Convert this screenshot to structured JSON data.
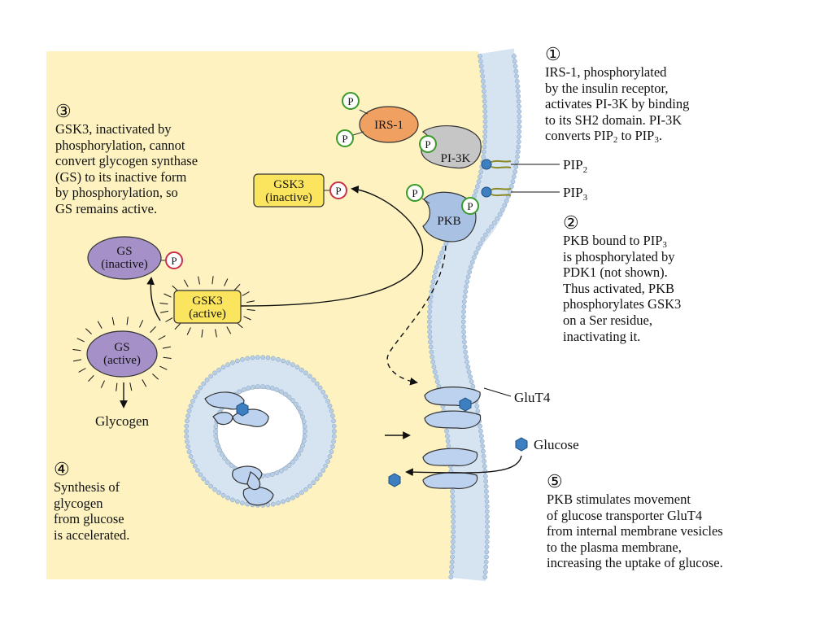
{
  "colors": {
    "cytoplasm": "#fdf2c0",
    "membrane": "#d6e4f2",
    "lipid_head": "#b9cfe6",
    "irs1": "#f0a060",
    "pi3k": "#c6c6c6",
    "pkb": "#a9c2e4",
    "gsk3": "#fbe55e",
    "gs": "#a591c8",
    "glut4": "#bcd2ee",
    "phosphate_green": "#3a9a2a",
    "phosphate_red": "#c8324a",
    "glucose": "#3d7fc0"
  },
  "diagram": {
    "phosphate": "P",
    "irs1": "IRS-1",
    "pi3k": "PI-3K",
    "pkb": "PKB",
    "gsk3_inactive": [
      "GSK3",
      "(inactive)"
    ],
    "gsk3_active": [
      "GSK3",
      "(active)"
    ],
    "gs_inactive": [
      "GS",
      "(inactive)"
    ],
    "gs_active": [
      "GS",
      "(active)"
    ],
    "glycogen": "Glycogen",
    "glut4": "GluT4",
    "glucose": "Glucose",
    "pip2": {
      "base": "PIP",
      "sub": "2"
    },
    "pip3": {
      "base": "PIP",
      "sub": "3"
    }
  },
  "notes": {
    "step1": {
      "number": "①",
      "lines": [
        "IRS-1, phosphorylated",
        "by the insulin receptor,",
        "activates PI-3K by binding",
        "to its SH2 domain.  PI-3K"
      ],
      "last": {
        "a": "converts PIP",
        "a_sub": "2",
        "b": " to PIP",
        "b_sub": "3",
        "c": "."
      }
    },
    "step2": {
      "number": "②",
      "first": {
        "a": "PKB bound to PIP",
        "a_sub": "3"
      },
      "lines": [
        "is phosphorylated by",
        "PDK1 (not shown).",
        "Thus activated, PKB",
        "phosphorylates GSK3",
        "on a Ser residue,",
        "inactivating it."
      ]
    },
    "step3": {
      "number": "③",
      "lines": [
        "GSK3, inactivated by",
        "phosphorylation, cannot",
        "convert glycogen synthase",
        "(GS) to its inactive form",
        "by phosphorylation, so",
        "GS remains active."
      ]
    },
    "step4": {
      "number": "④",
      "lines": [
        "Synthesis of",
        "glycogen",
        "from glucose",
        "is accelerated."
      ]
    },
    "step5": {
      "number": "⑤",
      "lines": [
        "PKB stimulates movement",
        "of glucose transporter GluT4",
        "from internal membrane vesicles",
        "to the plasma membrane,",
        "increasing the uptake of glucose."
      ]
    }
  }
}
